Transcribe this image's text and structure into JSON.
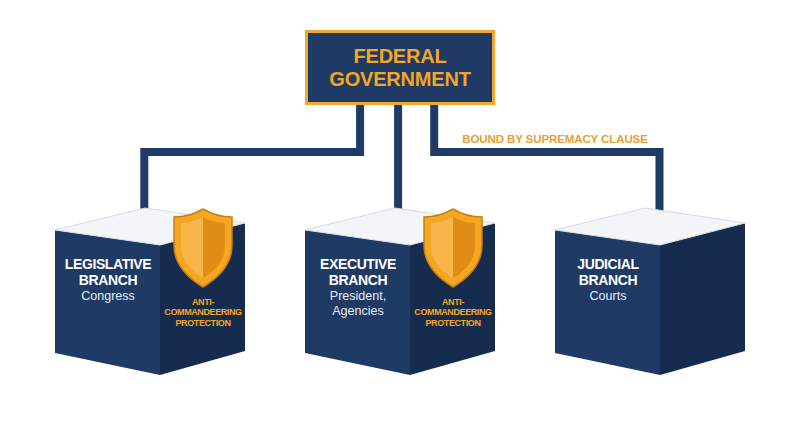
{
  "diagram": {
    "nodes": [
      {
        "text": [
          "FEDERAL GOVERNMENT"
        ]
      },
      {
        "text": [
          "LEGISLATIVE BRANCH",
          "Congress"
        ]
      },
      {
        "text": [
          "ANTI-COMMANDEERING PROTECTION"
        ],
        "in": 1
      },
      {
        "text": [
          "EXECUTIVE BRANCH",
          "President, Agencies"
        ]
      },
      {
        "text": [
          "ANTI-COMMANDEERING PROTECTION"
        ],
        "in": 3
      },
      {
        "text": [
          "JUDICIAL BRANCH",
          "Courts"
        ]
      }
    ],
    "edges": [
      {
        "from": 0,
        "to": 1,
        "arrow": "to"
      },
      {
        "from": 0,
        "to": 3,
        "arrow": "to"
      },
      {
        "from": 0,
        "to": 5,
        "arrow": "to",
        "label": "BOUND BY SUPREMACY CLAUSE"
      }
    ]
  }
}
